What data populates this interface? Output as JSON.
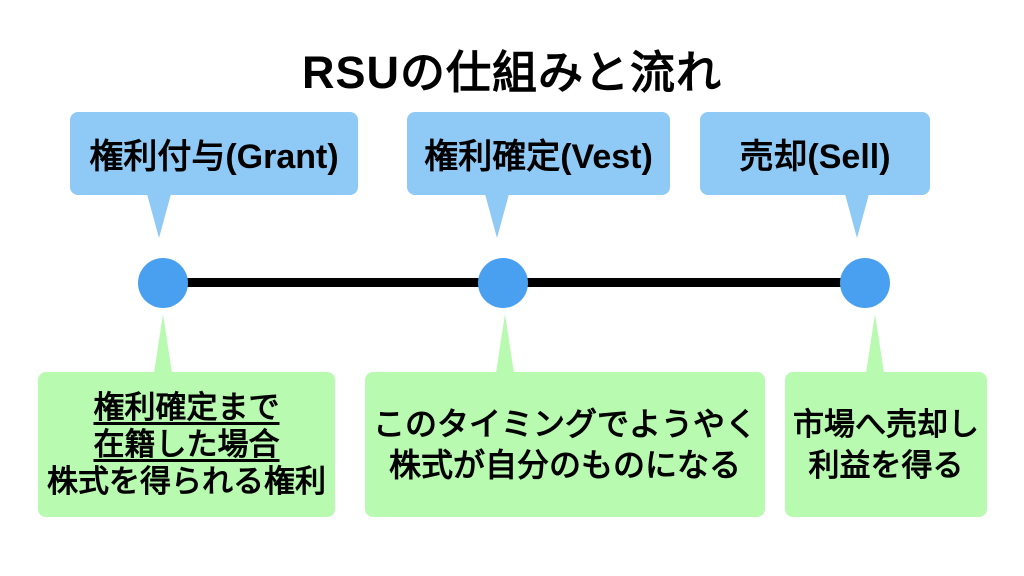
{
  "title": "RSUの仕組みと流れ",
  "colors": {
    "stage_box": "#8FC9F5",
    "timeline_dot": "#4AA0F0",
    "timeline_line": "#000000",
    "desc_box": "#B7FAB0",
    "text": "#000000",
    "background": "#FFFFFF"
  },
  "stages": [
    {
      "label": "権利付与(Grant)",
      "description_lines": [
        {
          "text": "権利確定まで",
          "underline": true
        },
        {
          "text": "在籍した場合",
          "underline": true
        },
        {
          "text": "株式を得られる権利",
          "underline": false
        }
      ]
    },
    {
      "label": "権利確定(Vest)",
      "description_lines": [
        {
          "text": "このタイミングでようやく",
          "underline": false
        },
        {
          "text": "株式が自分のものになる",
          "underline": false
        }
      ]
    },
    {
      "label": "売却(Sell)",
      "description_lines": [
        {
          "text": "市場へ売却し",
          "underline": false
        },
        {
          "text": "利益を得る",
          "underline": false
        }
      ]
    }
  ]
}
